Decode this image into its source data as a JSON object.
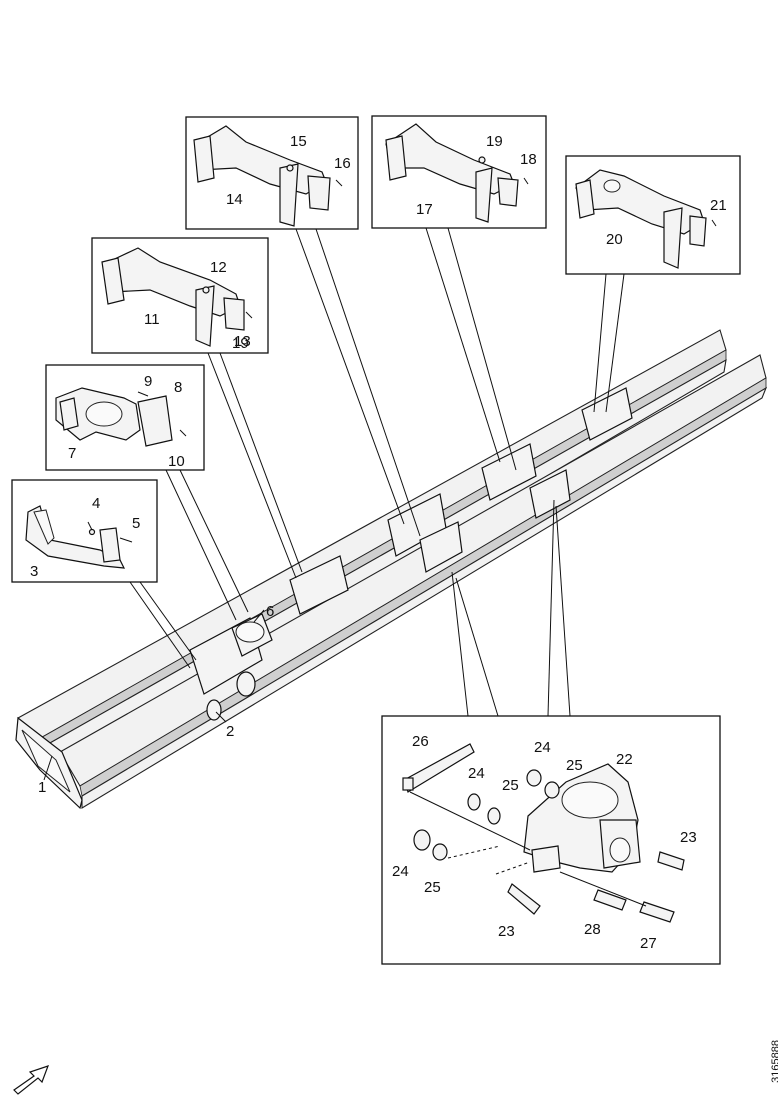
{
  "drawing_id": "3165888",
  "callouts": {
    "c1": "1",
    "c2": "2",
    "c3": "3",
    "c4": "4",
    "c5": "5",
    "c6": "6",
    "c7": "7",
    "c8": "8",
    "c9": "9",
    "c10": "10",
    "c11": "11",
    "c12": "12",
    "c13": "13",
    "c14": "14",
    "c15": "15",
    "c16": "16",
    "c17": "17",
    "c18": "18",
    "c19a": "19",
    "c19b": "19",
    "c20": "20",
    "c21": "21",
    "c22": "22",
    "c23a": "23",
    "c23b": "23",
    "c24a": "24",
    "c24b": "24",
    "c24c": "24",
    "c25a": "25",
    "c25b": "25",
    "c25c": "25",
    "c26": "26",
    "c27": "27",
    "c28": "28"
  },
  "icons": {
    "direction_arrow": "front-direction-arrow-icon"
  }
}
